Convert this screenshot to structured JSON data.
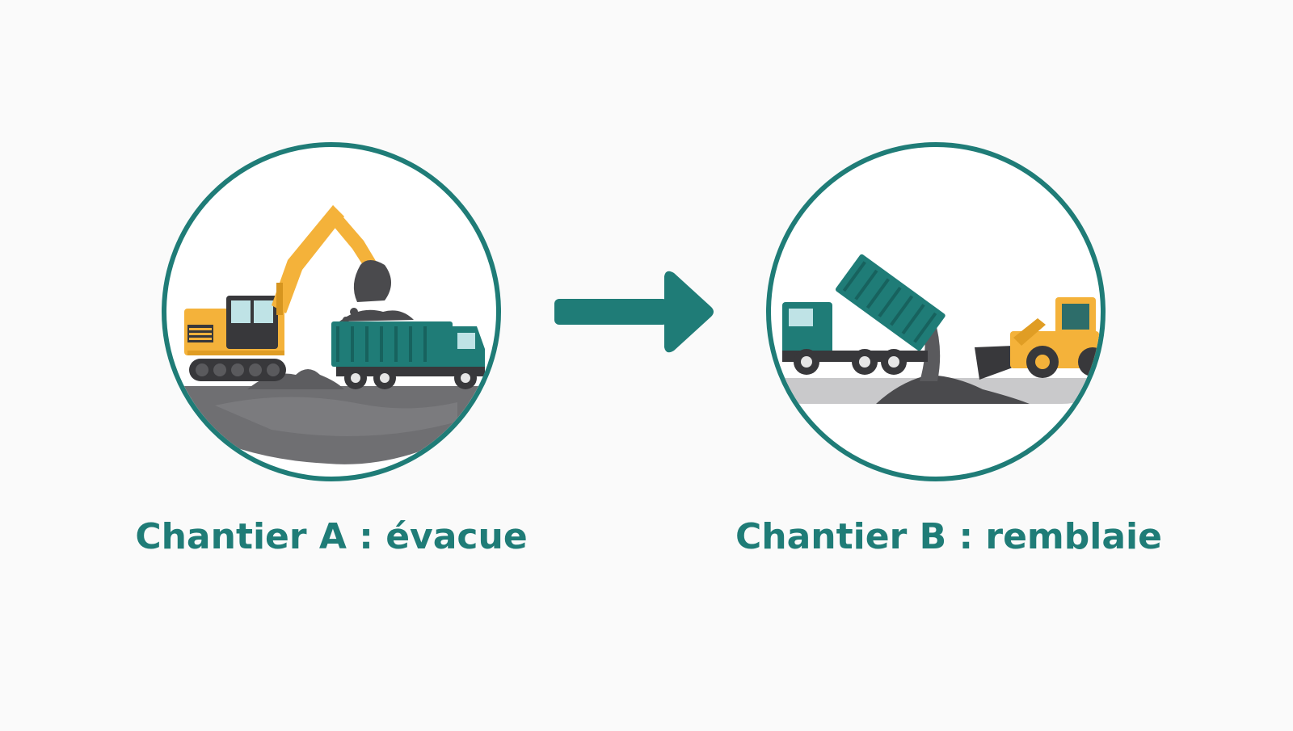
{
  "panels": [
    {
      "label": "Chantier A : évacue",
      "scene": "excavator-loading-dump-truck"
    },
    {
      "label": "Chantier B : remblaie",
      "scene": "dump-truck-unloading-and-loader"
    }
  ],
  "arrow": {
    "direction": "right"
  },
  "colors": {
    "teal": "#1f7c77",
    "yellow": "#f4b23a",
    "gray": "#6f6f72",
    "dark": "#333336",
    "background": "#fafafa"
  }
}
